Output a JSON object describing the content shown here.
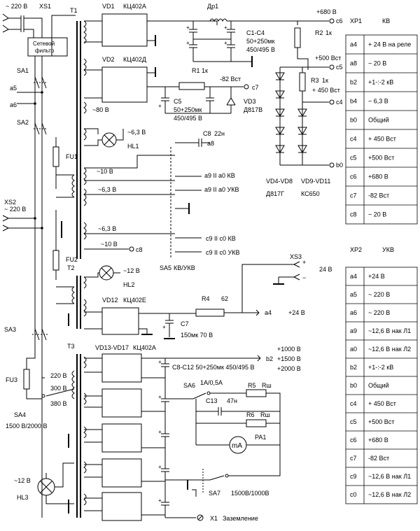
{
  "labels": {
    "ac220_in": "~ 220 В",
    "xs1": "XS1",
    "filter1": "Сетевой",
    "filter2": "фильтр",
    "t1": "T1",
    "t2": "T2",
    "t3": "T3",
    "vd1": "VD1",
    "vd1_type": "КЦ402А",
    "dr1": "Др1",
    "c1c4": "C1-C4",
    "c1c4_val": "50+250мк",
    "c1c4_volt": "450/495 В",
    "plus680": "+680 В",
    "c6": "c6",
    "r2": "R2",
    "r2_val": "1к",
    "vd2": "VD2",
    "vd2_type": "КЦ402Д",
    "r1": "R1",
    "r1_val": "1к",
    "minus82": "-82 Вст",
    "c7": "c7",
    "vd3": "VD3",
    "vd3_type": "Д817В",
    "c5": "C5",
    "c5_val": "50+250мк",
    "c5_volt": "450/495 В",
    "plus500": "+500 Вст",
    "c5_node": "c5",
    "r3": "R3",
    "r3_val": "1к",
    "plus450": "+ 450 Вст",
    "c4": "c4",
    "b0": "b0",
    "vd4vd8": "VD4-VD8",
    "vd4vd8_type": "Д817Г",
    "vd9vd11": "VD9-VD11",
    "vd9vd11_type": "КС650",
    "sa1": "SA1",
    "a5": "a5",
    "a6": "a6",
    "ac80": "~80 В",
    "sa2": "SA2",
    "ac63_hl": "~6,3 В",
    "hl1": "HL1",
    "c8cap": "C8",
    "c8cap_val": "22н",
    "a8": "a8",
    "fu1": "FU1",
    "ac10_a": "~10 В",
    "a9a0kv": "a9 II a0 КВ",
    "ac63_a": "~6,3 В",
    "a9a0ukv": "a9 II a0 УКВ",
    "xs2": "XS2",
    "xs2_v": "~ 220 В",
    "ac63_b": "~6,3 В",
    "c9c0kv": "c9 II c0  КВ",
    "ac10_b": "~10 В",
    "c8node": "c8",
    "c9c0ukv": "c9 II c0  УКВ",
    "fu2": "FU2",
    "ac12_hl2": "~12 В",
    "hl2": "HL2",
    "sa5": "SA5",
    "sa5_mode": "КВ/УКВ",
    "xs3": "XS3",
    "xs3_v": "24 В",
    "xs3_plus": "+",
    "xs3_minus": "−",
    "vd12": "VD12",
    "vd12_type": "КЦ402Е",
    "r4": "R4",
    "r4_val": "62",
    "a4": "a4",
    "plus24": "+24 В",
    "c7cap": "C7",
    "c7cap_val": "150мк 70 В",
    "sa3": "SA3",
    "vd13vd17": "VD13-VD17",
    "vd13vd17_type": "КЦ402А",
    "plus1000": "+1000 В",
    "b2": "b2",
    "plus1500": "+1500 В",
    "plus2000": "+2000 В",
    "c8c12": "C8-C12 50+250мк 450/495 В",
    "fu3": "FU3",
    "tap220": "220 В",
    "tap300": "300 В",
    "tap380": "380 В",
    "sa4": "SA4",
    "sa4_mode": "1500 В/2000 В",
    "sa6": "SA6",
    "sa6_mode": "1А/0,5А",
    "r5": "R5",
    "r5_val": "Rш",
    "c13": "C13",
    "c13_val": "47н",
    "r6": "R6",
    "r6_val": "Rш",
    "ma": "mA",
    "pa1": "PA1",
    "ac12_hl3": "~12 В",
    "hl3": "HL3",
    "sa7": "SA7",
    "sa7_mode": "1500В/1000В",
    "x1": "X1",
    "x1_name": "Заземление",
    "plus_mark": "+"
  },
  "xp1": {
    "title": "XP1",
    "band": "КВ",
    "rows": [
      [
        "a4",
        "+ 24 В на реле"
      ],
      [
        "a8",
        "~ 20 В"
      ],
      [
        "b2",
        "+1-:-2 кВ"
      ],
      [
        "b4",
        "~ 6,3 В"
      ],
      [
        "b0",
        "Общий"
      ],
      [
        "c4",
        "+ 450 Вст"
      ],
      [
        "c5",
        "+500 Вст"
      ],
      [
        "c6",
        "+680 В"
      ],
      [
        "c7",
        "-82 Вст"
      ],
      [
        "c8",
        "~ 20 В"
      ]
    ]
  },
  "xp2": {
    "title": "XP2",
    "band": "УКВ",
    "rows": [
      [
        "a4",
        "+24 В"
      ],
      [
        "a5",
        "~ 220 В"
      ],
      [
        "a6",
        "~ 220 В"
      ],
      [
        "a9",
        "~12,6 В нак Л1"
      ],
      [
        "a0",
        "~12,6 В нак Л2"
      ],
      [
        "b2",
        "+1-:-2 кВ"
      ],
      [
        "b0",
        "Общий"
      ],
      [
        "c4",
        "+ 450 Вст"
      ],
      [
        "c5",
        "+500 Вст"
      ],
      [
        "c6",
        "+680 В"
      ],
      [
        "c7",
        "-82 Вст"
      ],
      [
        "c9",
        "~12,6 В нак Л1"
      ],
      [
        "c0",
        "~12,6 В нак Л2"
      ]
    ]
  }
}
